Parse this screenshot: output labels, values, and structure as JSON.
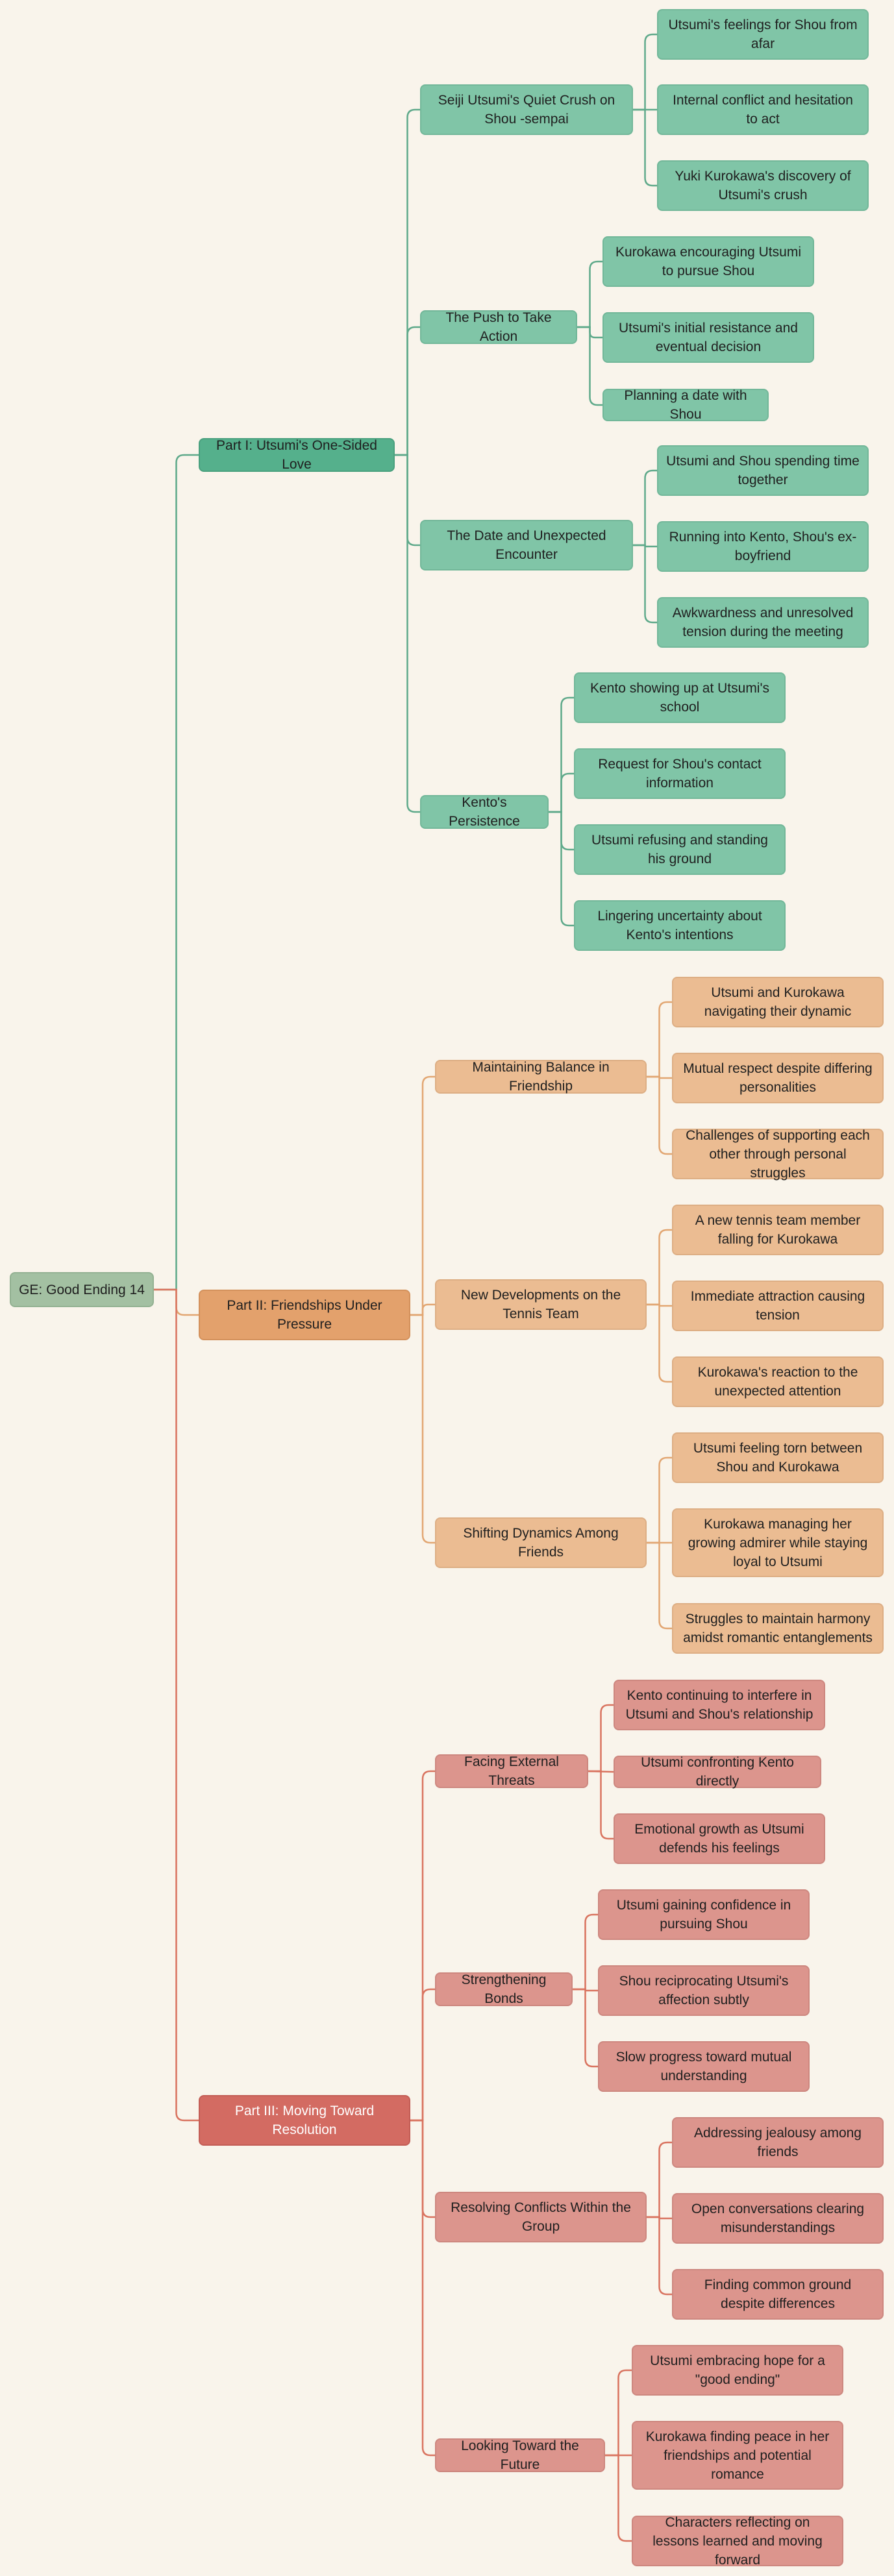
{
  "colors": {
    "background": "#f9f4eb",
    "root": "#a3c0a2",
    "part1": "#55b08c",
    "part1_light": "#80c5a7",
    "part1_line": "#5ea98a",
    "part2": "#e3a16c",
    "part2_light": "#ebbc92",
    "part2_line": "#e2a672",
    "part3": "#d36b62",
    "part3_light": "#dc958d",
    "part3_line": "#d9735f"
  },
  "root": {
    "label": "GE: Good Ending 14",
    "children": [
      {
        "label": "Part I: Utsumi's One-Sided Love",
        "children": [
          {
            "label": "Seiji Utsumi's Quiet Crush on Shou -sempai",
            "children": [
              "Utsumi's feelings for Shou from afar",
              "Internal conflict and hesitation to act",
              "Yuki Kurokawa's discovery of Utsumi's crush"
            ]
          },
          {
            "label": "The Push to Take Action",
            "children": [
              "Kurokawa encouraging Utsumi to pursue Shou",
              "Utsumi's initial resistance and eventual decision",
              "Planning a date with Shou"
            ]
          },
          {
            "label": "The Date and Unexpected Encounter",
            "children": [
              "Utsumi and Shou spending time together",
              "Running into Kento, Shou's ex-boyfriend",
              "Awkwardness and unresolved tension during the meeting"
            ]
          },
          {
            "label": "Kento's Persistence",
            "children": [
              "Kento showing up at Utsumi's school",
              "Request for Shou's contact information",
              "Utsumi refusing and standing his ground",
              "Lingering uncertainty about Kento's intentions"
            ]
          }
        ]
      },
      {
        "label": "Part II: Friendships Under Pressure",
        "children": [
          {
            "label": "Maintaining Balance in Friendship",
            "children": [
              "Utsumi and Kurokawa navigating their dynamic",
              "Mutual respect despite differing personalities",
              "Challenges of supporting each other through personal struggles"
            ]
          },
          {
            "label": "New Developments on the Tennis Team",
            "children": [
              "A new tennis team member falling for Kurokawa",
              "Immediate attraction causing tension",
              "Kurokawa's reaction to the unexpected attention"
            ]
          },
          {
            "label": "Shifting Dynamics Among Friends",
            "children": [
              "Utsumi feeling torn between Shou and Kurokawa",
              "Kurokawa managing her growing admirer while staying loyal to Utsumi",
              "Struggles to maintain harmony amidst romantic entanglements"
            ]
          }
        ]
      },
      {
        "label": "Part III: Moving Toward Resolution",
        "children": [
          {
            "label": "Facing External Threats",
            "children": [
              "Kento continuing to interfere in Utsumi and Shou's relationship",
              "Utsumi confronting Kento directly",
              "Emotional growth as Utsumi defends his feelings"
            ]
          },
          {
            "label": "Strengthening Bonds",
            "children": [
              "Utsumi gaining confidence in pursuing Shou",
              "Shou reciprocating Utsumi's affection subtly",
              "Slow progress toward mutual understanding"
            ]
          },
          {
            "label": "Resolving Conflicts Within the Group",
            "children": [
              "Addressing jealousy among friends",
              "Open conversations clearing misunderstandings",
              "Finding common ground despite differences"
            ]
          },
          {
            "label": "Looking Toward the Future",
            "children": [
              "Utsumi embracing hope for a \"good ending\"",
              "Kurokawa finding peace in her friendships and potential romance",
              "Characters reflecting on lessons learned and moving forward"
            ]
          }
        ]
      }
    ]
  }
}
